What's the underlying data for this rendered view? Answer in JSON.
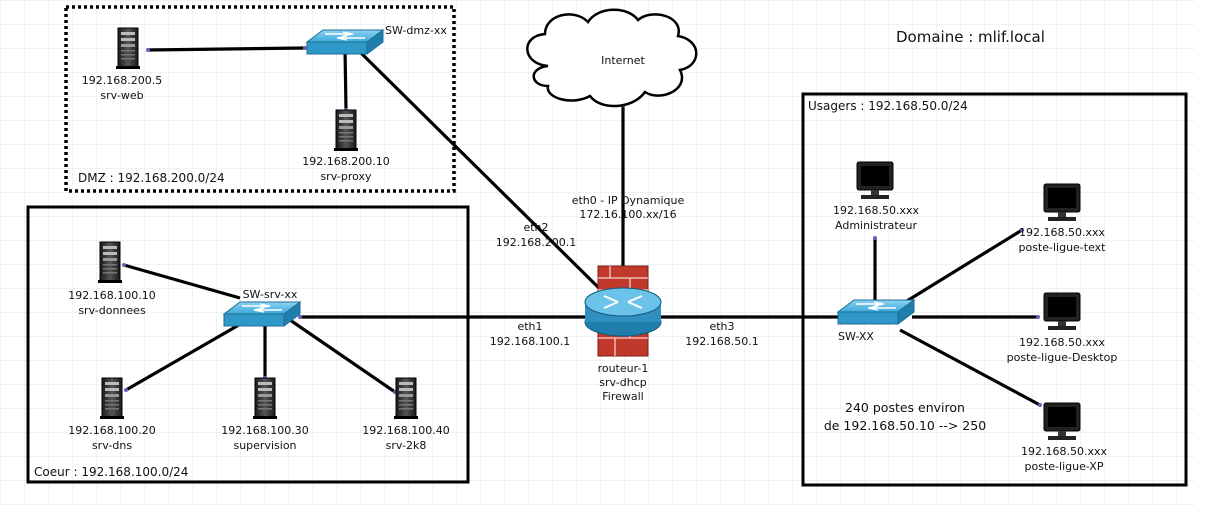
{
  "domain_title": "Domaine : mlif.local",
  "internet_label": "Internet",
  "zones": {
    "dmz": "DMZ : 192.168.200.0/24",
    "coeur": "Coeur : 192.168.100.0/24",
    "usagers": "Usagers : 192.168.50.0/24"
  },
  "switches": {
    "dmz": "SW-dmz-xx",
    "srv": "SW-srv-xx",
    "usagers": "SW-XX"
  },
  "servers": [
    {
      "ip": "192.168.200.5",
      "name": "srv-web"
    },
    {
      "ip": "192.168.200.10",
      "name": "srv-proxy"
    },
    {
      "ip": "192.168.100.10",
      "name": "srv-donnees"
    },
    {
      "ip": "192.168.100.20",
      "name": "srv-dns"
    },
    {
      "ip": "192.168.100.30",
      "name": "supervision"
    },
    {
      "ip": "192.168.100.40",
      "name": "srv-2k8"
    }
  ],
  "router": {
    "lines": [
      "routeur-1",
      "srv-dhcp",
      "Firewall"
    ],
    "eth0": [
      "eth0 - IP Dynamique",
      "172.16.100.xx/16"
    ],
    "eth1": [
      "eth1",
      "192.168.100.1"
    ],
    "eth2": [
      "eth2",
      "192.168.200.1"
    ],
    "eth3": [
      "eth3",
      "192.168.50.1"
    ]
  },
  "workstations": [
    {
      "ip": "192.168.50.xxx",
      "name": "Administrateur"
    },
    {
      "ip": "192.168.50.xxx",
      "name": "poste-ligue-text"
    },
    {
      "ip": "192.168.50.xxx",
      "name": "poste-ligue-Desktop"
    },
    {
      "ip": "192.168.50.xxx",
      "name": "poste-ligue-XP"
    }
  ],
  "range_note": [
    "240 postes environ",
    "de 192.168.50.10 --> 250"
  ],
  "colors": {
    "switch": "#3aa8d8",
    "router": "#2f8fc0",
    "firewall": "#c0392b",
    "grid": "#e2e6ec"
  }
}
